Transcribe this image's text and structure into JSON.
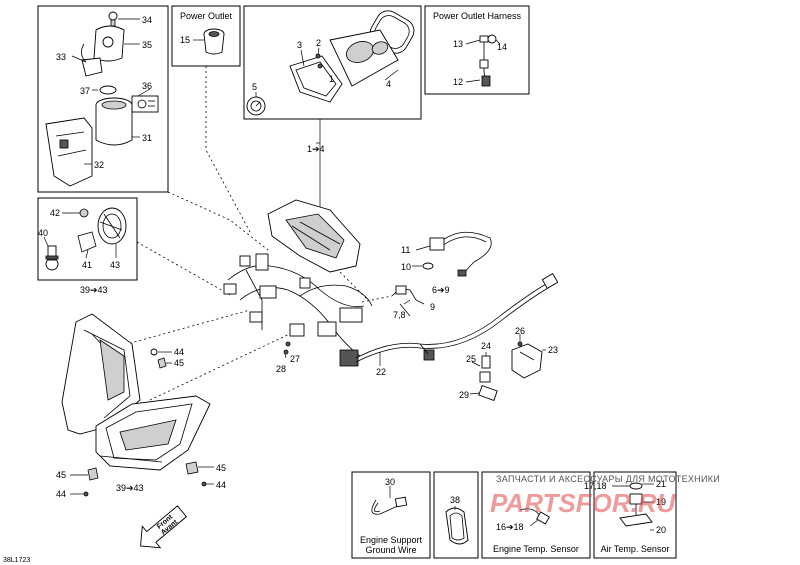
{
  "boxes": {
    "power_outlet": "Power Outlet",
    "power_outlet_harness": "Power Outlet Harness",
    "engine_support_ground_wire": "Engine Support Ground Wire",
    "engine_temp_sensor": "Engine Temp. Sensor",
    "air_temp_sensor": "Air Temp. Sensor"
  },
  "callouts": {
    "c34": "34",
    "c35": "35",
    "c33": "33",
    "c36": "36",
    "c37": "37",
    "c31": "31",
    "c32": "32",
    "c15": "15",
    "c3": "3",
    "c2": "2",
    "c1": "1",
    "c5": "5",
    "c4": "4",
    "c13": "13",
    "c14": "14",
    "c12": "12",
    "c1to4": "1➔4",
    "c42": "42",
    "c40": "40",
    "c41": "41",
    "c43": "43",
    "c39to43_top": "39➔43",
    "c11": "11",
    "c10": "10",
    "c6to9": "6➔9",
    "c78": "7,8",
    "c9": "9",
    "c26": "26",
    "c24": "24",
    "c23": "23",
    "c25": "25",
    "c29": "29",
    "c44a": "44",
    "c45a": "45",
    "c28": "28",
    "c27": "27",
    "c22": "22",
    "c45b": "45",
    "c44b": "44",
    "c39to43_bot": "39➔43",
    "c45c": "45",
    "c44c": "44",
    "c30": "30",
    "c38": "38",
    "c1618": "16➔18",
    "c1718": "17,18",
    "c21": "21",
    "c19": "19",
    "c20": "20"
  },
  "front_arrow": {
    "line1": "Front",
    "line2": "Avant"
  },
  "drawing_code": "38L1723",
  "watermark": {
    "text": "ЗАПЧАСТИ И АКСЕССУАРЫ ДЛЯ МОТОТЕХНИКИ",
    "logo": "PARTSFOR.RU"
  }
}
